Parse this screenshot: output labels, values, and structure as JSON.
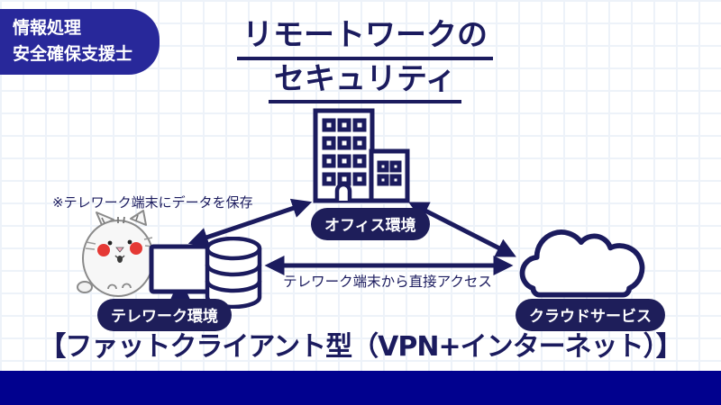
{
  "badge": {
    "line1": "情報処理",
    "line2": "安全確保支援士"
  },
  "title": {
    "line1": "リモートワークの",
    "line2": "セキュリティ"
  },
  "nodes": {
    "office": {
      "label": "オフィス環境",
      "icon": "office-building-icon"
    },
    "telework": {
      "label": "テレワーク環境",
      "note": "※テレワーク端末にデータを保存",
      "icons": [
        "cat-mascot-illustration",
        "monitor-icon",
        "database-icon"
      ]
    },
    "cloud": {
      "label": "クラウドサービス",
      "icon": "cloud-icon"
    }
  },
  "connections": {
    "office_telework": "double-headed-arrow",
    "office_cloud": "double-headed-arrow",
    "telework_cloud": "double-headed-arrow",
    "direct_access_label": "テレワーク端末から直接アクセス"
  },
  "footer": {
    "caption": "【ファットクライアント型（VPN+インターネット）】"
  },
  "colors": {
    "diagram_navy": "#1b1b5e",
    "pill_navy": "#1e1e5a",
    "badge_navy": "#28289a",
    "footer_bar_navy": "#01018e",
    "grid_line": "#edf2f9",
    "cat_cheek_red": "#e53935",
    "cat_outline_gray": "#8a8a8a"
  }
}
